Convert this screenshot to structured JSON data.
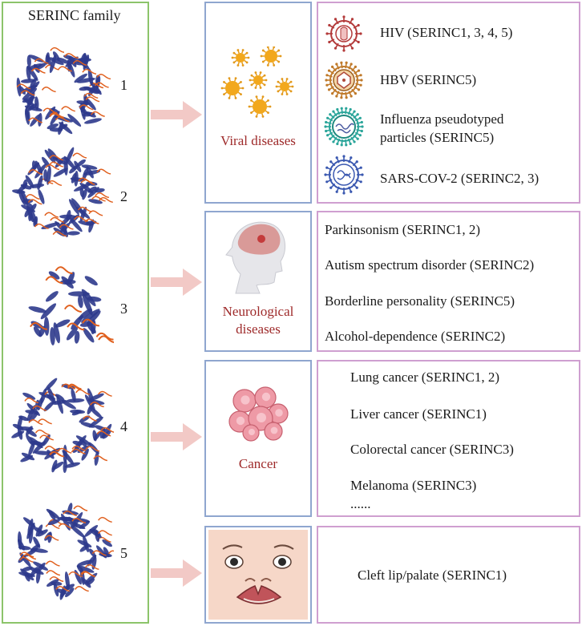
{
  "family": {
    "title": "SERINC family",
    "members": [
      "1",
      "2",
      "3",
      "4",
      "5"
    ]
  },
  "categories": {
    "viral": "Viral diseases",
    "neuro_line1": "Neurological",
    "neuro_line2": "diseases",
    "cancer": "Cancer"
  },
  "viral_items": [
    "HIV (SERINC1, 3, 4, 5)",
    "HBV (SERINC5)",
    "Influenza pseudotyped",
    "particles (SERINC5)",
    "SARS-COV-2 (SERINC2, 3)"
  ],
  "neuro_items": [
    "Parkinsonism (SERINC1, 2)",
    "Autism spectrum disorder (SERINC2)",
    "Borderline personality (SERINC5)",
    "Alcohol-dependence (SERINC2)"
  ],
  "cancer_items": [
    "Lung cancer (SERINC1, 2)",
    "Liver cancer (SERINC1)",
    "Colorectal cancer (SERINC3)",
    "Melanoma (SERINC3)",
    "......"
  ],
  "cleft_item": "Cleft lip/palate (SERINC1)",
  "colors": {
    "family_border": "#8cc46a",
    "category_border": "#8fa6cf",
    "detail_border": "#cf9fd0",
    "arrow": "#f2c9c6",
    "category_text": "#9e2a2a",
    "protein_blue": "#2e3a8c",
    "protein_orange": "#e0601e"
  }
}
